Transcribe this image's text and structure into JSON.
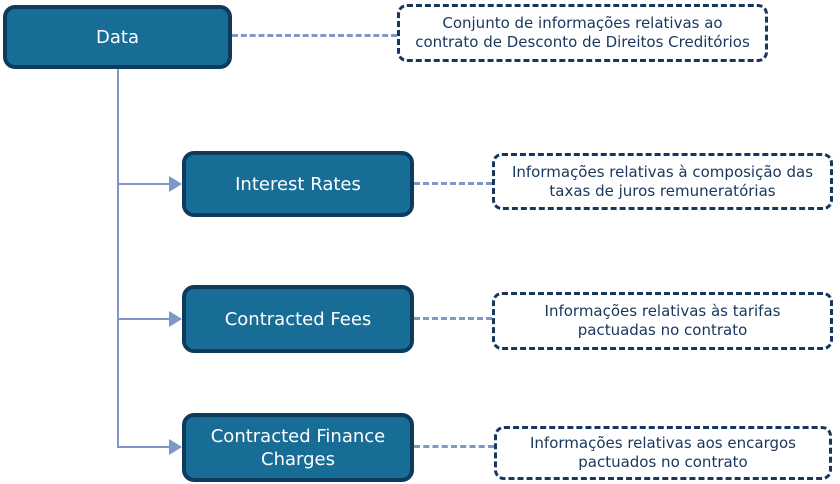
{
  "diagram": {
    "root": {
      "label": "Data",
      "note": "Conjunto de informações relativas ao contrato de Desconto de Direitos Creditórios"
    },
    "children": [
      {
        "label": "Interest Rates",
        "note": "Informações relativas à composição das taxas de juros remuneratórias"
      },
      {
        "label": "Contracted Fees",
        "note": "Informações relativas às tarifas pactuadas no contrato"
      },
      {
        "label": "Contracted Finance Charges",
        "note": "Informações relativas aos encargos pactuados no contrato"
      }
    ],
    "colors": {
      "node_fill": "#176D96",
      "node_border": "#0D3B5D",
      "node_text": "#FFFFFF",
      "note_border": "#17375E",
      "note_text": "#17375E",
      "connector": "#7E96C8",
      "background": "#FFFFFF"
    }
  }
}
